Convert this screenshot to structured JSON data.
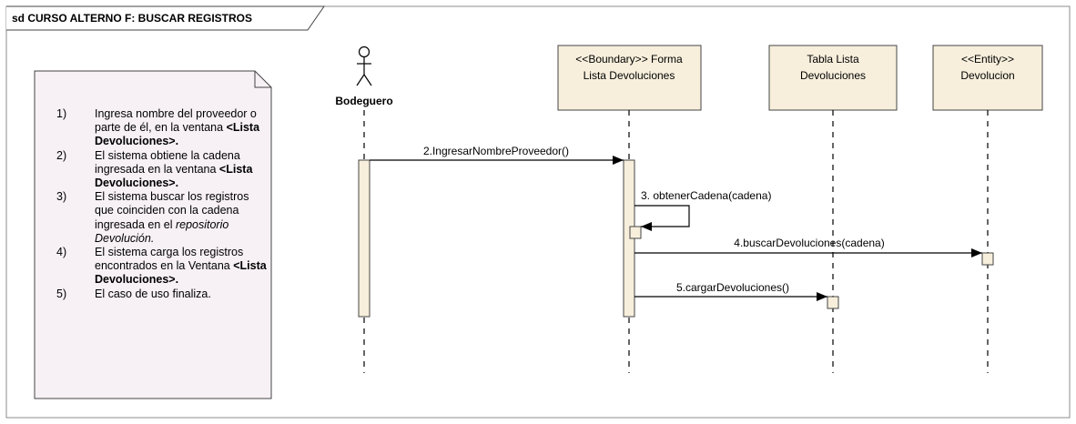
{
  "frame": {
    "title": "sd CURSO ALTERNO F: BUSCAR REGISTROS"
  },
  "actor": {
    "name": "Bodeguero"
  },
  "lifelines": [
    {
      "line1": "<<Boundary>> Forma",
      "line2": "Lista Devoluciones"
    },
    {
      "line1": "Tabla Lista",
      "line2": "Devoluciones"
    },
    {
      "line1": "<<Entity>>",
      "line2": "Devolucion"
    }
  ],
  "messages": [
    {
      "label": "2.IngresarNombreProveedor()"
    },
    {
      "label": "3. obtenerCadena(cadena)"
    },
    {
      "label": "4.buscarDevoluciones(cadena)"
    },
    {
      "label": "5.cargarDevoluciones()"
    }
  ],
  "note": {
    "steps": [
      {
        "num": "1)",
        "text": "Ingresa nombre del proveedor o parte de él, en la ventana ",
        "bold": "<Lista Devoluciones>."
      },
      {
        "num": "2)",
        "text": "El sistema obtiene la cadena ingresada en la ventana ",
        "bold": "<Lista Devoluciones>."
      },
      {
        "num": "3)",
        "text": "El sistema buscar los registros que coinciden con la cadena ingresada en el ",
        "italic": "repositorio Devolución."
      },
      {
        "num": "4)",
        "text": "El sistema carga los registros encontrados en la Ventana ",
        "bold": "<Lista Devoluciones>."
      },
      {
        "num": "5)",
        "text": "El caso de uso finaliza."
      }
    ]
  },
  "colors": {
    "box_fill": "#f7efdc",
    "note_fill": "#f7f1f5",
    "line": "#000000"
  }
}
